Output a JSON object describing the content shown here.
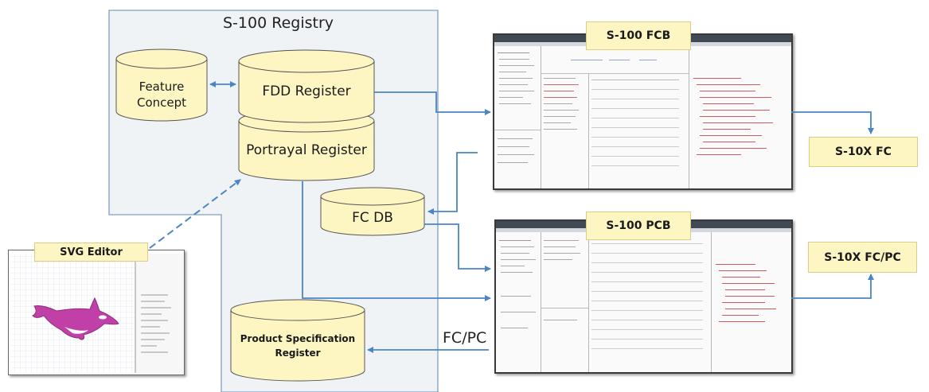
{
  "registry": {
    "title": "S-100 Registry"
  },
  "cylinders": {
    "feature_concept": "Feature\nConcept",
    "fdd_register": "FDD Register",
    "portrayal_register": "Portrayal Register",
    "fc_db": "FC DB",
    "product_spec_register": "Product Specification\nRegister"
  },
  "labels": {
    "fcb": "S-100  FCB",
    "pcb": "S-100  PCB",
    "svg_editor": "SVG  Editor",
    "s10x_fc": "S-10X  FC",
    "s10x_fcpc": "S-10X  FC/PC",
    "fc_pc": "FC/PC"
  },
  "colors": {
    "registry_bg": "#f0f3f6",
    "registry_border": "#7f9fc2",
    "cylinder_fill": "#fdf6c3",
    "arrow": "#4a86c5",
    "orca": "#c040a8"
  }
}
